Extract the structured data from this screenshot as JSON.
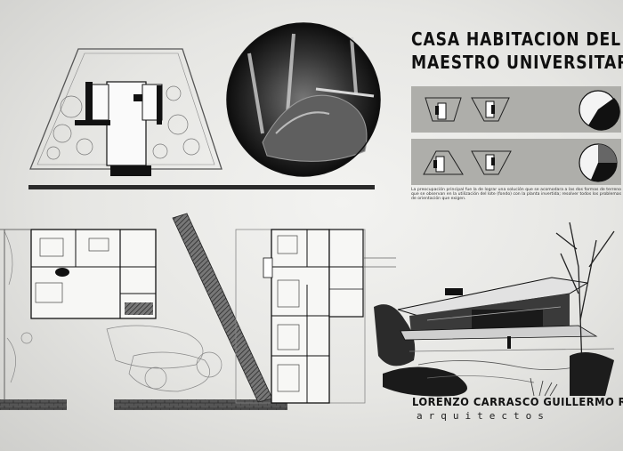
{
  "board": {
    "title_line_1": "CASA HABITACION DEL",
    "title_line_2": "MAESTRO UNIVERSITARIO",
    "caption": "La preocupación principal fue la de lograr una solución que se acomodara a las dos formas de terreno que se observan en la utilización del lote (fondo) con la planta invertida; resolver todos los problemas de orientación que exigen.",
    "architects": "LORENZO CARRASCO  GUILLERMO ROSSELL",
    "role": "arquitectos"
  }
}
